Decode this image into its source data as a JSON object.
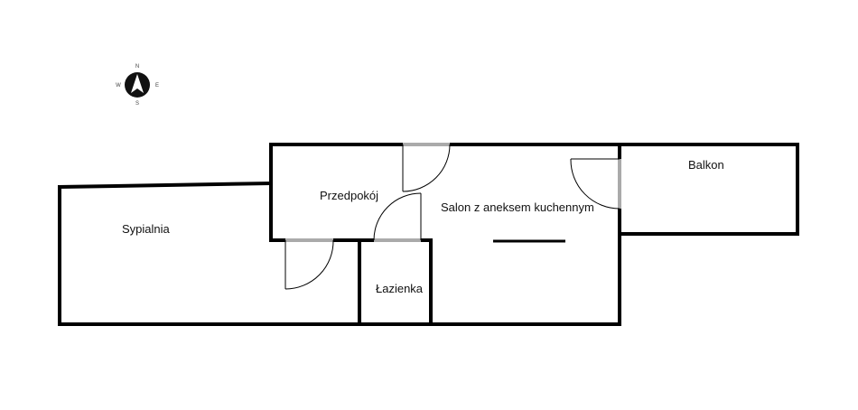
{
  "compass": {
    "north": "N",
    "south": "S",
    "east": "E",
    "west": "W",
    "icon": "north-arrow-icon"
  },
  "rooms": {
    "sypialnia": "Sypialnia",
    "przedpokoj": "Przedpokój",
    "salon": "Salon z aneksem kuchennym",
    "lazienka": "Łazienka",
    "balkon": "Balkon"
  },
  "colors": {
    "wall": "#000000",
    "door_opening": "#aaaaaa",
    "background": "#ffffff"
  }
}
